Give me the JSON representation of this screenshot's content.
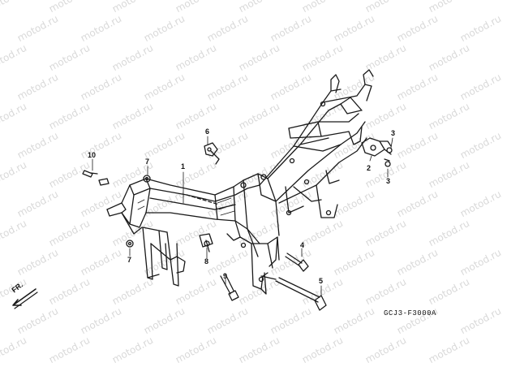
{
  "watermark": {
    "text": "motod.ru"
  },
  "callouts": {
    "c1": "1",
    "c2": "2",
    "c3a": "3",
    "c3b": "3",
    "c4": "4",
    "c5": "5",
    "c6": "6",
    "c7a": "7",
    "c7b": "7",
    "c8": "8",
    "c9": "9",
    "c10": "10"
  },
  "diagram_code": "GCJ3-F3000A",
  "front_indicator": "FR.",
  "colors": {
    "ink": "#1a1a1a",
    "watermark": "#d9d9d9",
    "background": "#ffffff"
  }
}
